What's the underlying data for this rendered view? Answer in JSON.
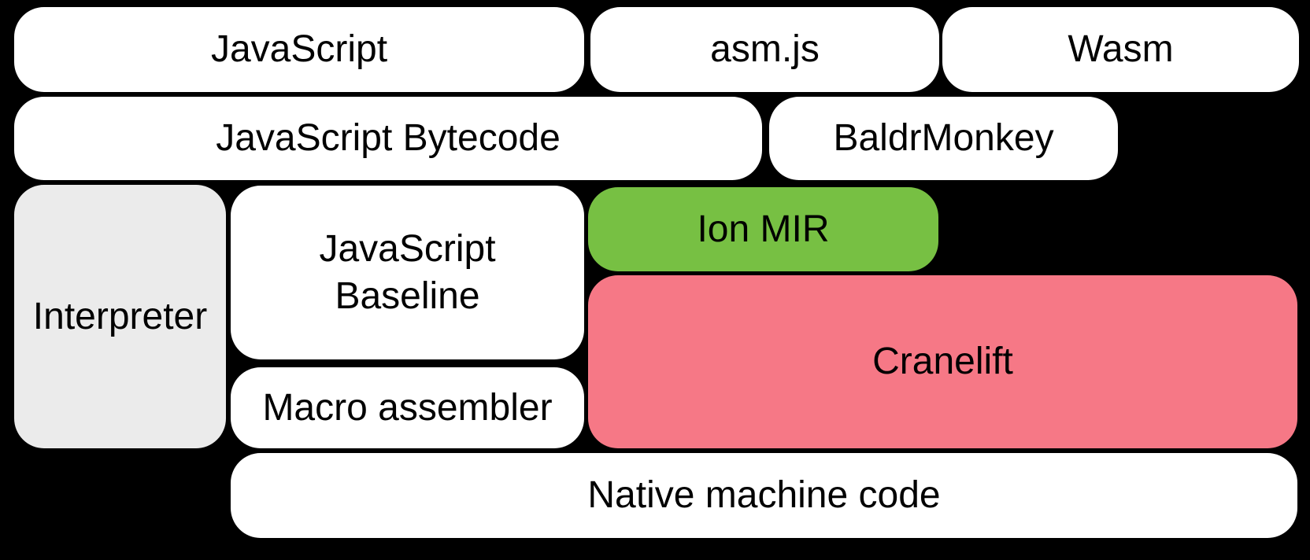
{
  "diagram": {
    "background_color": "#000000",
    "text_color": "#000000",
    "node_colors": {
      "default": "#ffffff",
      "interpreter": "#ebebeb",
      "ion_mir": "#77c043",
      "cranelift": "#f67886"
    },
    "nodes": [
      {
        "id": "javascript",
        "label": "JavaScript",
        "color": "#ffffff"
      },
      {
        "id": "asmjs",
        "label": "asm.js",
        "color": "#ffffff"
      },
      {
        "id": "wasm",
        "label": "Wasm",
        "color": "#ffffff"
      },
      {
        "id": "javascript-bytecode",
        "label": "JavaScript Bytecode",
        "color": "#ffffff"
      },
      {
        "id": "baldrmonkey",
        "label": "BaldrMonkey",
        "color": "#ffffff"
      },
      {
        "id": "interpreter",
        "label": "Interpreter",
        "color": "#ebebeb"
      },
      {
        "id": "javascript-baseline",
        "label": "JavaScript\nBaseline",
        "color": "#ffffff"
      },
      {
        "id": "ion-mir",
        "label": "Ion MIR",
        "color": "#77c043"
      },
      {
        "id": "cranelift",
        "label": "Cranelift",
        "color": "#f67886"
      },
      {
        "id": "macro-assembler",
        "label": "Macro assembler",
        "color": "#ffffff"
      },
      {
        "id": "native-machine-code",
        "label": "Native machine code",
        "color": "#ffffff"
      }
    ]
  }
}
